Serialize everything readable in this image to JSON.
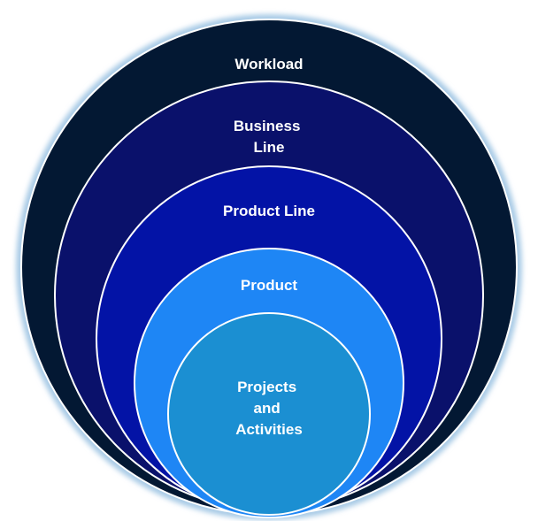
{
  "diagram": {
    "rings": [
      {
        "id": "workload",
        "lines": [
          "Workload"
        ],
        "color": "#031833"
      },
      {
        "id": "business-line",
        "lines": [
          "Business",
          "Line"
        ],
        "color": "#0a116b"
      },
      {
        "id": "product-line",
        "lines": [
          "Product Line"
        ],
        "color": "#0313a6"
      },
      {
        "id": "product",
        "lines": [
          "Product"
        ],
        "color": "#1e86f5"
      },
      {
        "id": "projects-and-activities",
        "lines": [
          "Projects",
          "and",
          "Activities"
        ],
        "color": "#1b8fd2"
      }
    ],
    "colors": {
      "ring_border": "#ffffff",
      "outer_glow": "#a9cbe6"
    }
  }
}
